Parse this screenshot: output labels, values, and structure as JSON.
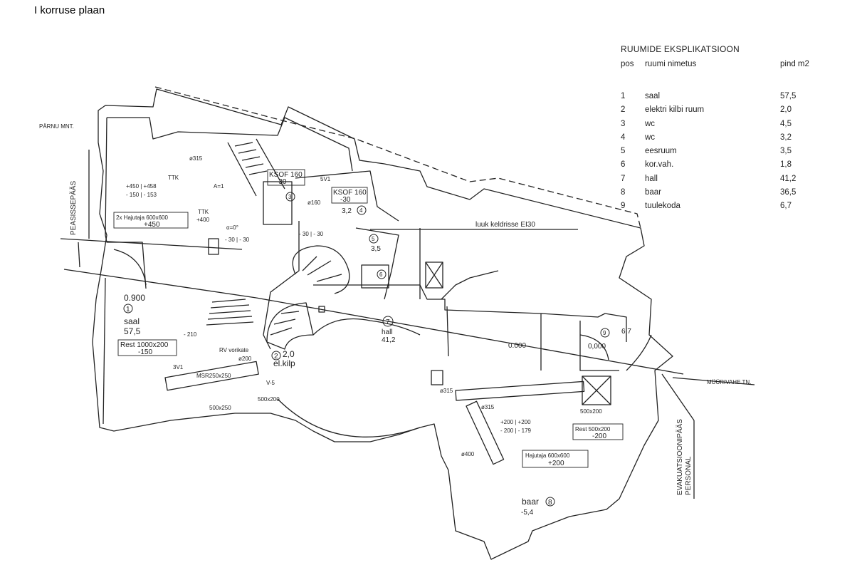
{
  "title": "I korruse plaan",
  "explication": {
    "title": "RUUMIDE EKSPLIKATSIOON",
    "headers": {
      "pos": "pos",
      "name": "ruumi nimetus",
      "area": "pind m2"
    },
    "rows": [
      {
        "pos": "1",
        "name": "saal",
        "area": "57,5"
      },
      {
        "pos": "2",
        "name": "elektri kilbi ruum",
        "area": "2,0"
      },
      {
        "pos": "3",
        "name": "wc",
        "area": "4,5"
      },
      {
        "pos": "4",
        "name": "wc",
        "area": "3,2"
      },
      {
        "pos": "5",
        "name": "eesruum",
        "area": "3,5"
      },
      {
        "pos": "6",
        "name": "kor.vah.",
        "area": "1,8"
      },
      {
        "pos": "7",
        "name": "hall",
        "area": "41,2"
      },
      {
        "pos": "8",
        "name": "baar",
        "area": "36,5"
      },
      {
        "pos": "9",
        "name": "tuulekoda",
        "area": "6,7"
      }
    ]
  },
  "plan": {
    "street_parnu": "PÄRNU MNT.",
    "street_muurivahe": "MÜÜRIVAHE TN.",
    "main_entrance": "PEASISSEPÄÄS",
    "evacuation_exit": "EVAKUATSIOONIPÄÄS",
    "personal": "PERSONAL",
    "hatch_note": "luuk keldrisse EI30",
    "saal_level": "0.900",
    "saal_num": "1",
    "saal_name": "saal",
    "saal_area": "57,5",
    "hall_num": "7",
    "hall_name": "hall",
    "hall_area": "41,2",
    "elkilp_num": "2",
    "elkilp_area": "2,0",
    "elkilp_name": "el.kilp",
    "wc3_num": "3",
    "wc4_num": "4",
    "wc4_area": "3,2",
    "eesruum_num": "5",
    "eesruum_area": "3,5",
    "korvah_num": "6",
    "tuulekoda_num": "9",
    "tuulekoda_area": "6,7",
    "tuulekoda_level": "0,000",
    "hall_level": "0.000",
    "baar_name": "baar",
    "baar_num": "8",
    "baar_level": "-5,4",
    "hajutaja1_a": "2x Hajutaja 600x600",
    "hajutaja1_b": "+450",
    "hajutaja2_a": "Hajutaja 600x600",
    "hajutaja2_b": "+200",
    "rest1_a": "Rest 1000x200",
    "rest1_b": "-150",
    "rest2_a": "Rest 500x200",
    "rest2_b": "-200",
    "ksof1_a": "KSOF 160",
    "ksof1_b": "-30",
    "ksof2_a": "KSOF 160",
    "ksof2_b": "-30",
    "dim_450_458": "+450 | +458",
    "dim_150_153": "- 150 | - 153",
    "dim_30_30a": "- 30 | - 30",
    "dim_30_30b": "- 30 | - 30",
    "dim_200_200": "+200 | +200",
    "dim_200_179": "- 200 | - 179",
    "dim_210": "- 210",
    "rv_vorikate": "RV vorikate",
    "msr": "MSR250x250",
    "d500x250": "500x250",
    "d500x200a": "500x200",
    "d500x200b": "500x200",
    "d315a": "ø315",
    "d315b": "ø315",
    "d315c": "ø315",
    "d400": "ø400",
    "d200": "ø200",
    "d160": "ø160",
    "ttk1": "TTK",
    "ttk2": "TTK",
    "v1": "3V1",
    "v5": "5V1",
    "v5b": "V-5",
    "a1": "A=1",
    "a0": "α=0°",
    "plus400": "+400"
  }
}
